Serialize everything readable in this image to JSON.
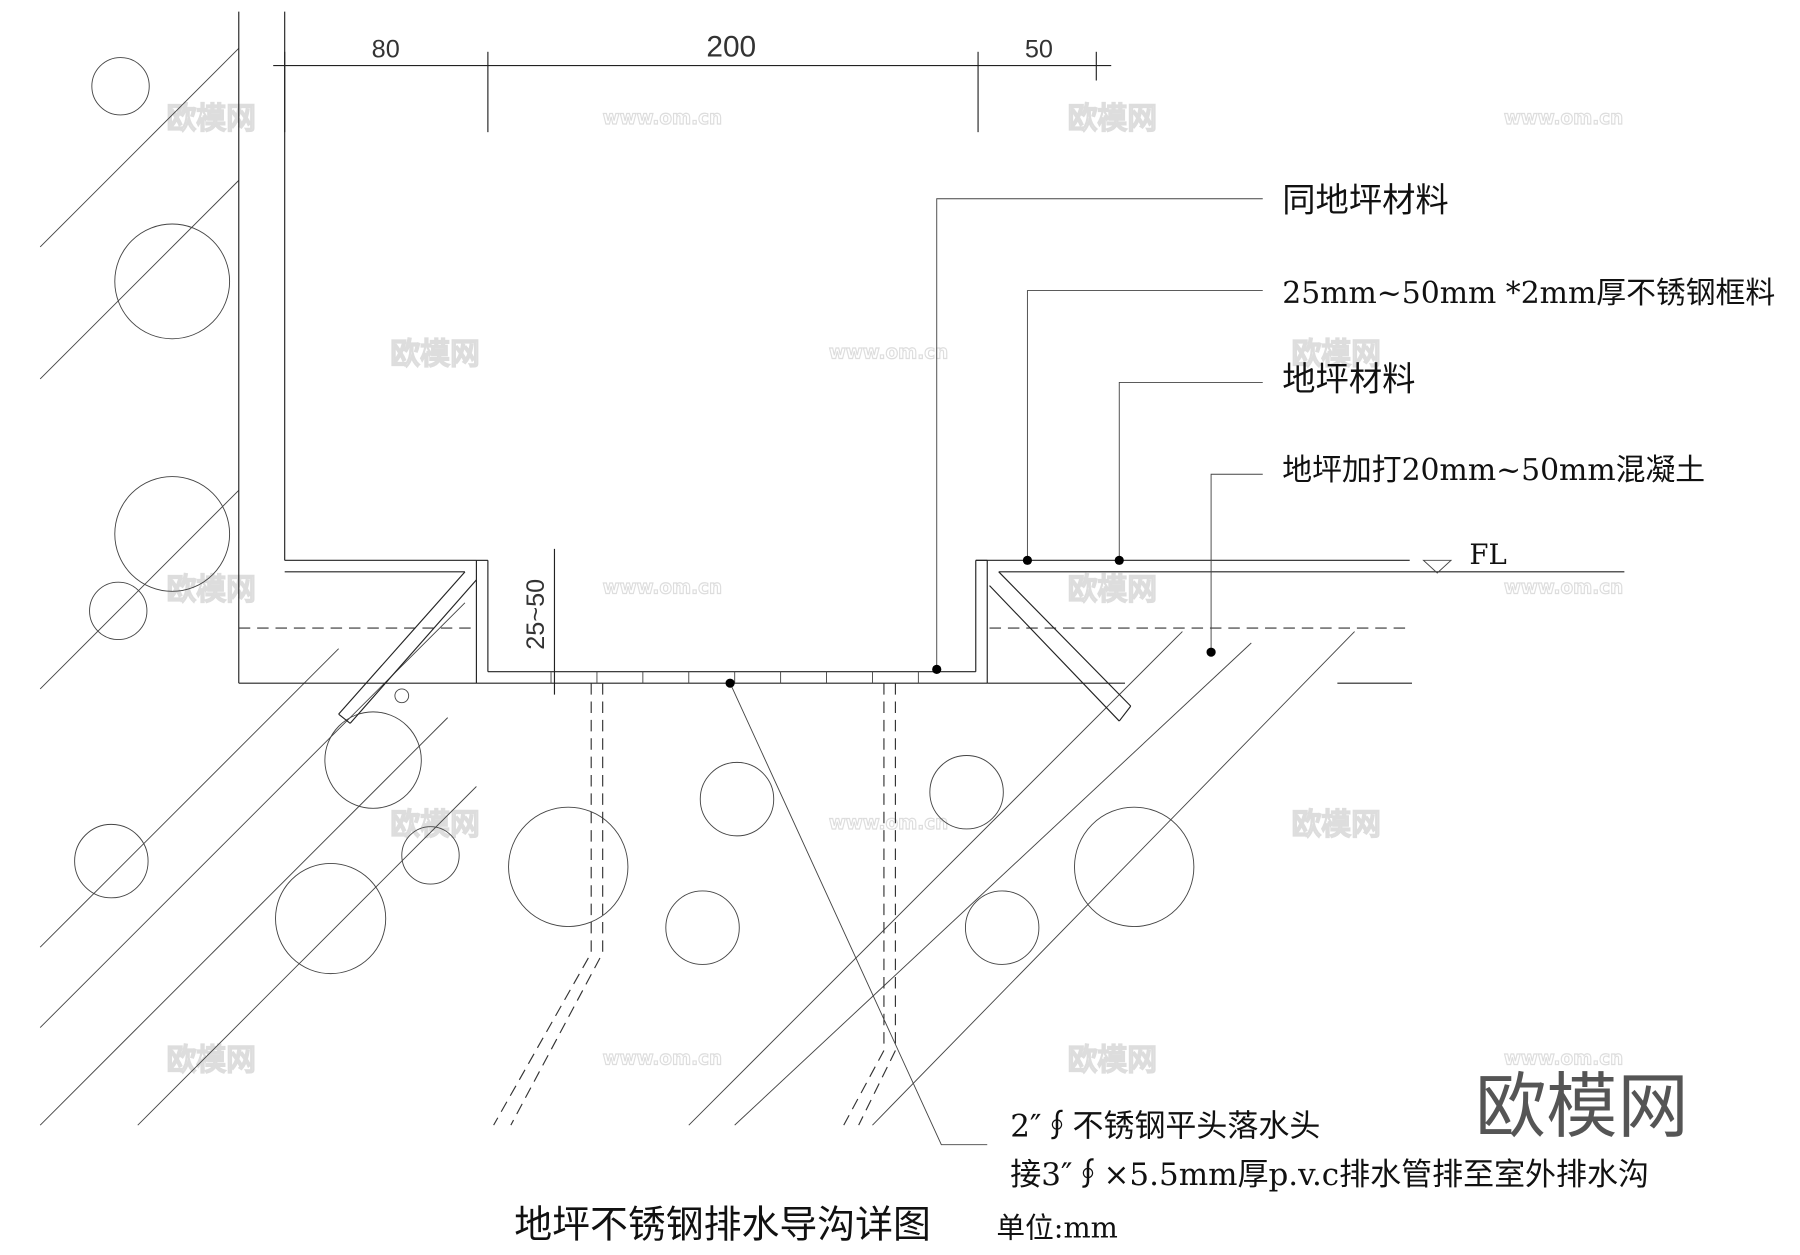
{
  "dimensions": {
    "d1": "80",
    "d2": "200",
    "d3": "50",
    "vertical": "25~50"
  },
  "labels": {
    "l1": "同地坪材料",
    "l2": "25mm~50mm *2mm厚不锈钢框料",
    "l3": "地坪材料",
    "l4": "地坪加打20mm~50mm混凝土",
    "fl": "FL",
    "b1": "2″∮不锈钢平头落水头",
    "b2": "接3″∮×5.5mm厚p.v.c排水管排至室外排水沟"
  },
  "title": {
    "main": "地坪不锈钢排水导沟详图",
    "unit": "单位:mm"
  },
  "watermark": {
    "logo": "欧模网",
    "url": "www.om.cn"
  }
}
